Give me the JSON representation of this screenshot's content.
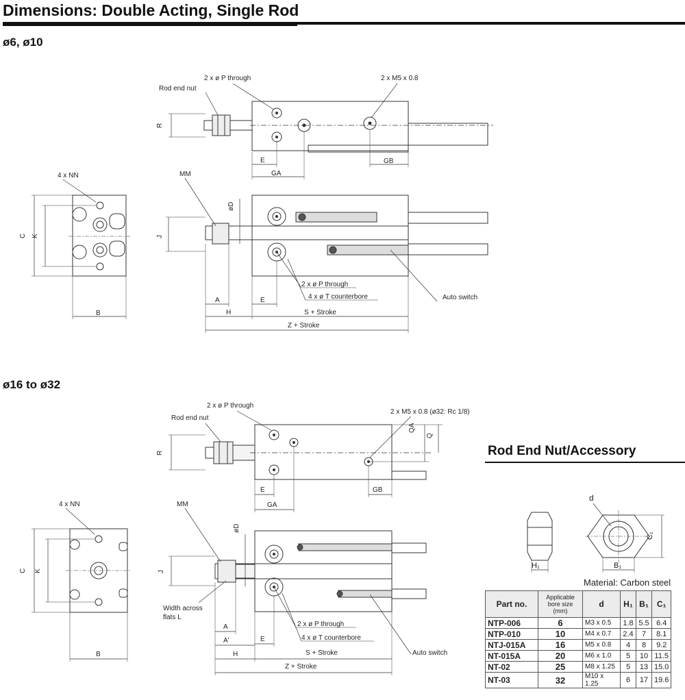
{
  "page": {
    "title": "Dimensions: Double Acting, Single Rod",
    "section1": "ø6, ø10",
    "section2": "ø16 to ø32"
  },
  "drawing1": {
    "top_view": {
      "p_through": "2 x ø P through",
      "m5": "2 x M5 x 0.8",
      "rod_end_nut": "Rod end nut",
      "r": "R",
      "e": "E",
      "ga": "GA",
      "gb": "GB"
    },
    "side_view": {
      "nn": "4 x NN",
      "c": "C",
      "k": "K",
      "b": "B"
    },
    "front_view": {
      "mm": "MM",
      "d": "øD",
      "j": "J",
      "p_through": "2 x ø P through",
      "t_counterbore": "4 x ø T counterbore",
      "auto_switch": "Auto switch",
      "a": "A",
      "h": "H",
      "e": "E",
      "s_stroke": "S + Stroke",
      "z_stroke": "Z + Stroke"
    }
  },
  "drawing2": {
    "top_view": {
      "p_through": "2 x ø P through",
      "m5": "2 x M5 x 0.8 (ø32: Rc 1/8)",
      "rod_end_nut": "Rod end nut",
      "r": "R",
      "qa": "QA",
      "q": "Q",
      "e": "E",
      "ga": "GA",
      "gb": "GB"
    },
    "side_view": {
      "nn": "4 x NN",
      "c": "C",
      "k": "K",
      "b": "B"
    },
    "front_view": {
      "mm": "MM",
      "d": "øD",
      "j": "J",
      "width_across": "Width across",
      "flats": "flats L",
      "a": "A",
      "a_prime": "A'",
      "h": "H",
      "e": "E",
      "p_through": "2 x ø P through",
      "t_counterbore": "4 x ø T counterbore",
      "s_stroke": "S + Stroke",
      "z_stroke": "Z + Stroke",
      "auto_switch": "Auto switch"
    }
  },
  "accessory": {
    "title": "Rod End Nut/Accessory",
    "d": "d",
    "h1": "H₁",
    "b1": "B₁",
    "c1": "C₁",
    "material": "Material: Carbon steel",
    "headers": [
      "Part no.",
      "Applicable bore size (mm)",
      "d",
      "H₁",
      "B₁",
      "C₁"
    ],
    "rows": [
      {
        "part": "NTP-006",
        "bore": "6",
        "d": "M3 x 0.5",
        "h1": "1.8",
        "b1": "5.5",
        "c1": "6.4"
      },
      {
        "part": "NTP-010",
        "bore": "10",
        "d": "M4 x 0.7",
        "h1": "2.4",
        "b1": "7",
        "c1": "8.1"
      },
      {
        "part": "NTJ-015A",
        "bore": "16",
        "d": "M5 x 0.8",
        "h1": "4",
        "b1": "8",
        "c1": "9.2"
      },
      {
        "part": "NT-015A",
        "bore": "20",
        "d": "M6 x 1.0",
        "h1": "5",
        "b1": "10",
        "c1": "11.5"
      },
      {
        "part": "NT-02",
        "bore": "25",
        "d": "M8 x 1.25",
        "h1": "5",
        "b1": "13",
        "c1": "15.0"
      },
      {
        "part": "NT-03",
        "bore": "32",
        "d": "M10 x 1.25",
        "h1": "6",
        "b1": "17",
        "c1": "19.6"
      }
    ]
  }
}
